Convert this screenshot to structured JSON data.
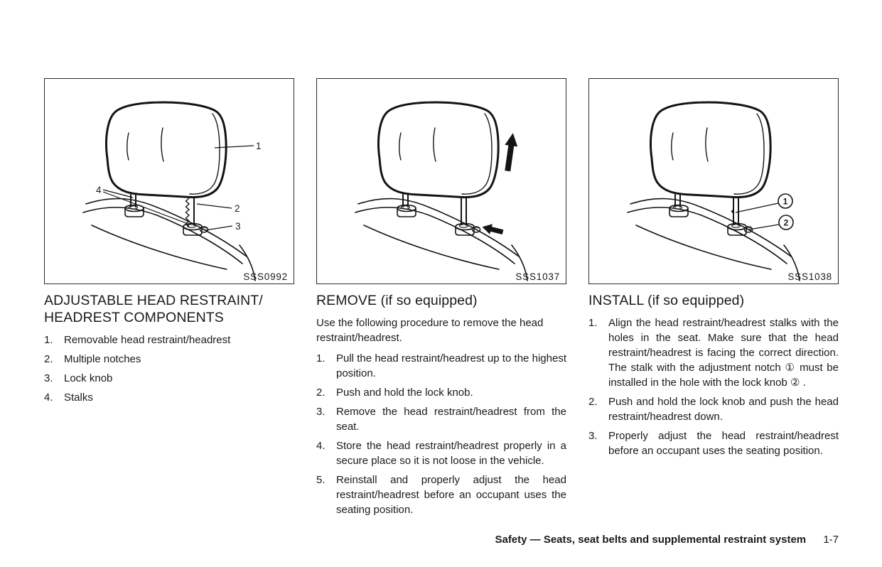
{
  "figures": [
    {
      "code": "SSS0992",
      "labels": {
        "l1": "1",
        "l2": "2",
        "l3": "3",
        "l4": "4"
      }
    },
    {
      "code": "SSS1037"
    },
    {
      "code": "SSS1038",
      "labels": {
        "l1": "1",
        "l2": "2"
      }
    }
  ],
  "components_section": {
    "heading": "ADJUSTABLE HEAD RESTRAINT/ HEADREST COMPONENTS",
    "items": [
      {
        "num": "1.",
        "text": "Removable head restraint/headrest"
      },
      {
        "num": "2.",
        "text": "Multiple notches"
      },
      {
        "num": "3.",
        "text": "Lock knob"
      },
      {
        "num": "4.",
        "text": "Stalks"
      }
    ]
  },
  "remove_section": {
    "heading": "REMOVE (if so equipped)",
    "intro": "Use the following procedure to remove the head restraint/headrest.",
    "steps": [
      {
        "num": "1.",
        "text": "Pull the head restraint/headrest up to the highest position."
      },
      {
        "num": "2.",
        "text": "Push and hold the lock knob."
      },
      {
        "num": "3.",
        "text": "Remove the head restraint/headrest from the seat."
      },
      {
        "num": "4.",
        "text": "Store the head restraint/headrest properly in a secure place so it is not loose in the vehicle."
      },
      {
        "num": "5.",
        "text": "Reinstall and properly adjust the head restraint/headrest before an occupant uses the seating position."
      }
    ]
  },
  "install_section": {
    "heading": "INSTALL (if so equipped)",
    "steps": [
      {
        "num": "1.",
        "text": "Align the head restraint/headrest stalks with the holes in the seat. Make sure that the head restraint/headrest is facing the correct direction. The stalk with the adjustment notch ① must be installed in the hole with the lock knob ② ."
      },
      {
        "num": "2.",
        "text": "Push and hold the lock knob and push the head restraint/headrest down."
      },
      {
        "num": "3.",
        "text": "Properly adjust the head restraint/headrest before an occupant uses the seating position."
      }
    ]
  },
  "footer": {
    "section_title": "Safety — Seats, seat belts and supplemental restraint system",
    "page_number": "1-7"
  }
}
